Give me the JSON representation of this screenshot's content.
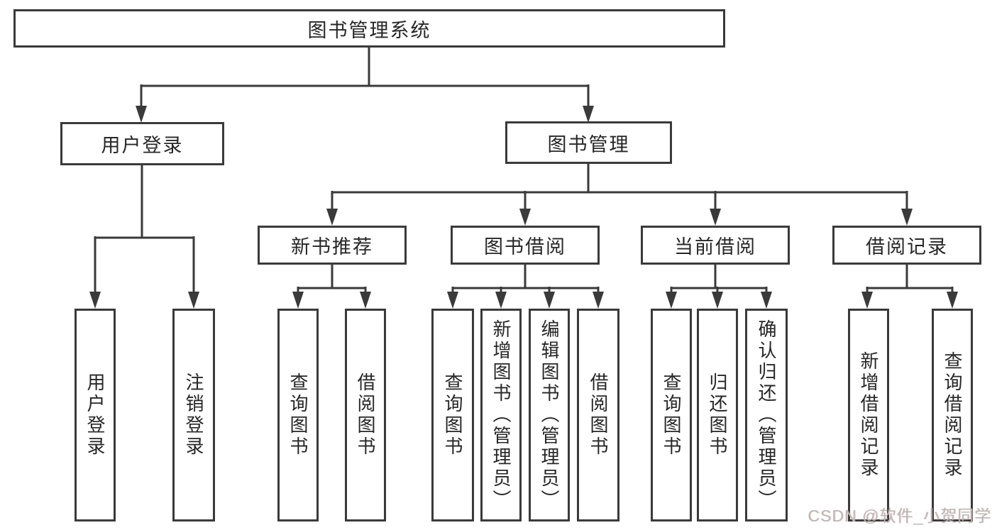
{
  "nodes": {
    "root": "图书管理系统",
    "user_login": "用户登录",
    "book_management": "图书管理",
    "new_book_recommend": "新书推荐",
    "book_borrow": "图书借阅",
    "current_borrow": "当前借阅",
    "borrow_record": "借阅记录",
    "leaf_user_login": "用户登录",
    "leaf_logout": "注销登录",
    "leaf_nb_query_book": "查询图书",
    "leaf_nb_borrow_book": "借阅图书",
    "leaf_bb_query_book": "查询图书",
    "leaf_bb_add_book_admin": "新增图书（管理员）",
    "leaf_bb_edit_book_admin": "编辑图书（管理员）",
    "leaf_bb_borrow_book": "借阅图书",
    "leaf_cb_query_book": "查询图书",
    "leaf_cb_return_book": "归还图书",
    "leaf_cb_confirm_return_admin": "确认归还（管理员）",
    "leaf_br_add_record": "新增借阅记录",
    "leaf_br_query_record": "查询借阅记录"
  },
  "watermark": "CSDN @软件_小贺同学",
  "colors": {
    "line": "#3a3a3a",
    "text": "#262626",
    "watermark": "#b9b9b9",
    "background": "#ffffff"
  }
}
